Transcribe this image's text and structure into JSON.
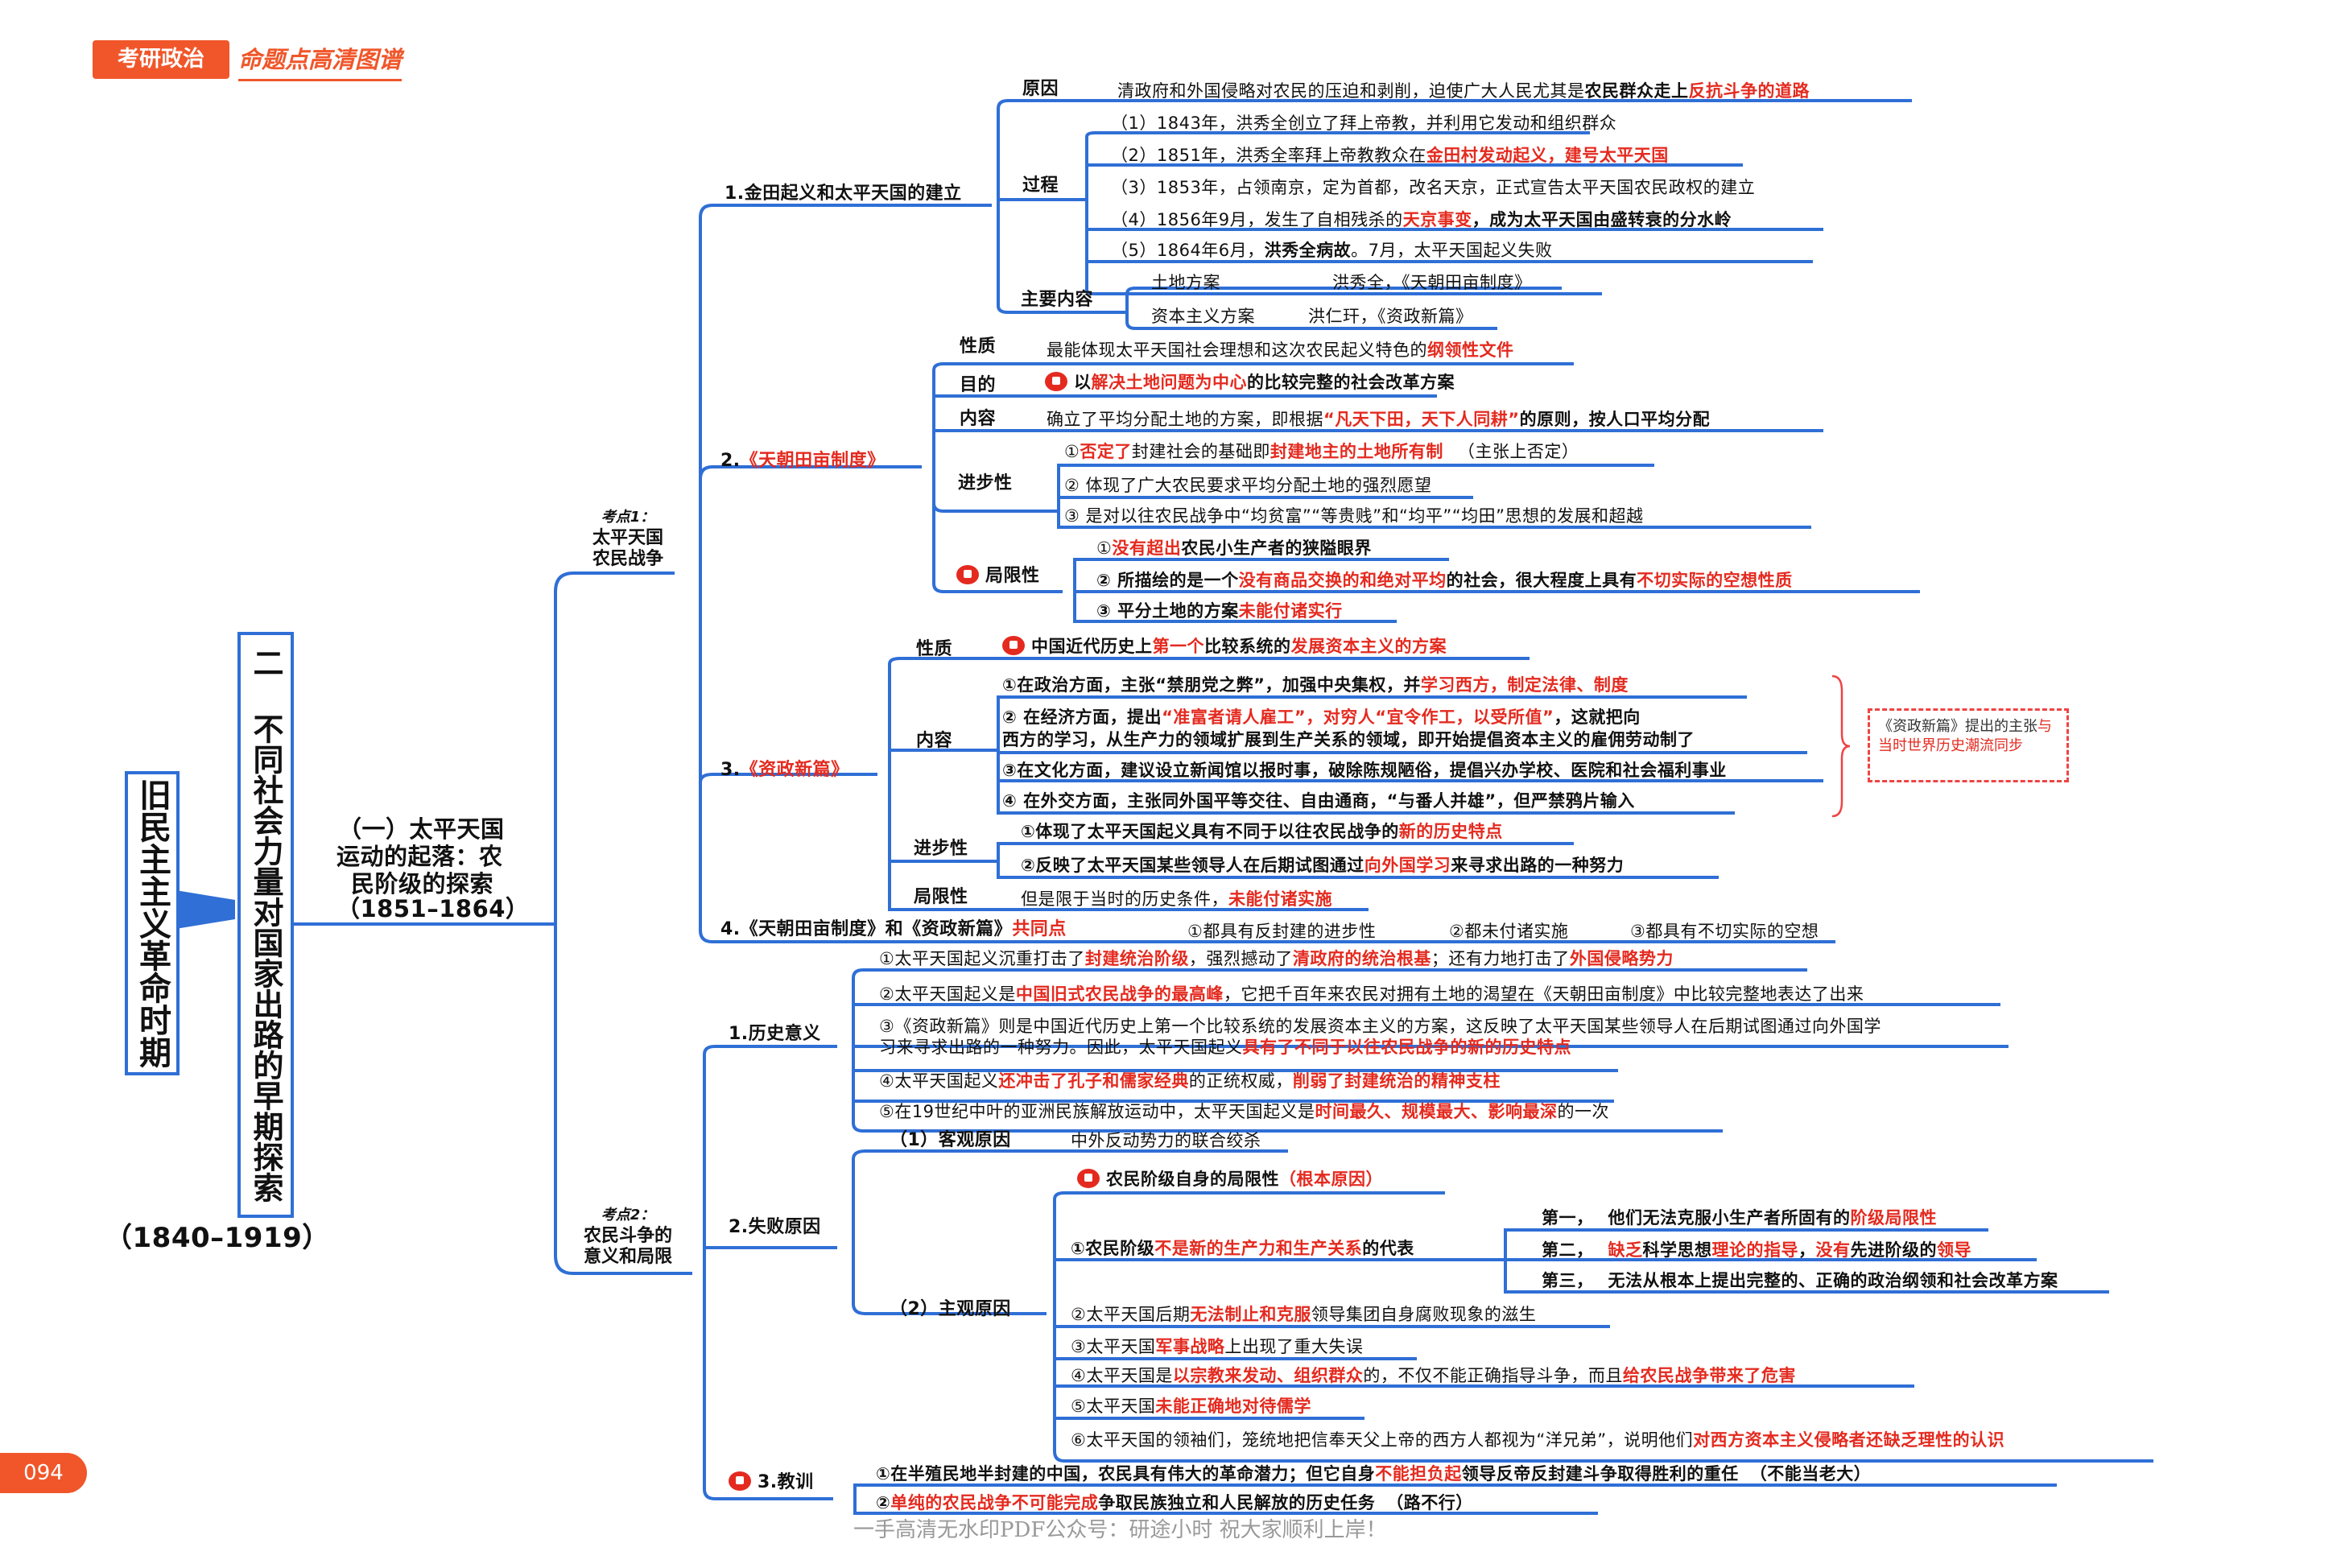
{
  "header": {
    "badge": "考研政治",
    "subtitle": "命题点高清图谱"
  },
  "page_number": "094",
  "watermark": "一手高清无水印PDF公众号：研途小时 祝大家顺利上岸！",
  "period": {
    "title": "旧民主主义革命时期",
    "years": "（1840–1919）"
  },
  "chapter": {
    "title": "二 不同社会力量对国家出路的早期探索"
  },
  "section": {
    "title_l1": "（一）太平天国",
    "title_l2": "运动的起落：农",
    "title_l3": "民阶级的探索",
    "title_l4": "（1851–1864）"
  },
  "kp1": {
    "tag": "考点1：",
    "title_l1": "太平天国",
    "title_l2": "农民战争"
  },
  "kp2": {
    "tag": "考点2：",
    "title_l1": "农民斗争的",
    "title_l2": "意义和局限"
  },
  "b1": {
    "label": "1.金田起义和太平天国的建立",
    "yuanyin": {
      "label": "原因",
      "t1": "清政府和外国侵略对农民的压迫和剥削，迫使广大人民尤其是",
      "t2": "农民群众走上",
      "t3": "反抗斗争的道路"
    },
    "guocheng": {
      "label": "过程",
      "i1": "（1）1843年，洪秀全创立了拜上帝教，并利用它发动和组织群众",
      "i2a": "（2）1851年，洪秀全率拜上帝教教众在",
      "i2b": "金田村发动起义，建号太平天国",
      "i3": "（3）1853年，占领南京，定为首都，改名天京，正式宣告太平天国农民政权的建立",
      "i4a": "（4）1856年9月，发生了自相残杀的",
      "i4b": "天京事变",
      "i4c": "，成为太平天国由盛转衰的分水岭",
      "i5a": "（5）1864年6月，",
      "i5b": "洪秀全病故",
      "i5c": "。7月，太平天国起义失败"
    },
    "neirong": {
      "label": "主要内容",
      "r1a": "土地方案",
      "r1b": "洪秀全，《天朝田亩制度》",
      "r2a": "资本主义方案",
      "r2b": "洪仁玕，《资政新篇》"
    }
  },
  "b2": {
    "label_a": "2.",
    "label_b": "《天朝田亩制度》",
    "xingzhi": {
      "label": "性质",
      "t1": "最能体现太平天国社会理想和这次农民起义特色的",
      "t2": "纲领性文件"
    },
    "mudi": {
      "label": "目的",
      "t1": "以",
      "t2": "解决土地问题为中心",
      "t3": "的比较完整的社会改革方案"
    },
    "neirong": {
      "label": "内容",
      "t1": "确立了平均分配土地的方案，即根据",
      "t2": "“凡天下田，天下人同耕”",
      "t3": "的原则，按人口平均分配"
    },
    "jinbu": {
      "label": "进步性",
      "i1a": "①",
      "i1b": "否定了",
      "i1c": "封建社会的基础即",
      "i1d": "封建地主的土地所有制",
      "i1e": "（主张上否定）",
      "i2": "② 体现了广大农民要求平均分配土地的强烈愿望",
      "i3": "③ 是对以往农民战争中“均贫富”“等贵贱”和“均平”“均田”思想的发展和超越"
    },
    "juxian": {
      "label": "局限性",
      "i1a": "①",
      "i1b": "没有超出",
      "i1c": "农民小生产者的狭隘眼界",
      "i2a": "② 所描绘的是一个",
      "i2b": "没有商品交换的和绝对平均",
      "i2c": "的社会，很大程度上具有",
      "i2d": "不切实际的空想性质",
      "i3a": "③ 平分土地的方案",
      "i3b": "未能付诸实行"
    }
  },
  "b3": {
    "label_a": "3.",
    "label_b": "《资政新篇》",
    "xingzhi": {
      "label": "性质",
      "t1": "中国近代历史上",
      "t2": "第一个",
      "t3": "比较系统的",
      "t4": "发展资本主义的方案"
    },
    "neirong": {
      "label": "内容",
      "i1a": "①在政治方面，主张“禁朋党之弊”，加强中央集权，并",
      "i1b": "学习西方，制定法律、制度",
      "i2a": "② 在经济方面，提出",
      "i2b": "“准富者请人雇工”，对穷人“宜令作工，以受所值”",
      "i2c": "，这就把向",
      "i2d": "西方的学习，从生产力的领域扩展到生产关系的领域，即开始提倡资本主义的雇佣劳动制了",
      "i3": "③在文化方面，建议设立新闻馆以报时事，破除陈规陋俗，提倡兴办学校、医院和社会福利事业",
      "i4": "④ 在外交方面，主张同外国平等交往、自由通商，“与番人并雄”，但严禁鸦片输入"
    },
    "note": {
      "t1": "《资政新篇》提出的主张",
      "t2": "与当时世界历史潮流同步"
    },
    "jinbu": {
      "label": "进步性",
      "i1a": "①体现了太平天国起义具有不同于以往农民战争的",
      "i1b": "新的历史特点",
      "i2a": "②反映了太平天国某些领导人在后期试图通过",
      "i2b": "向外国学习",
      "i2c": "来寻求出路的一种努力"
    },
    "juxian": {
      "label": "局限性",
      "t1": "但是限于当时的历史条件，",
      "t2": "未能付诸实施"
    }
  },
  "b4": {
    "label_a": "4.",
    "label_b": "《天朝田亩制度》和《资政新篇》",
    "label_c": "共同点",
    "i1": "①都具有反封建的进步性",
    "i2": "②都未付诸实施",
    "i3": "③都具有不切实际的空想"
  },
  "s1": {
    "label": "1.历史意义",
    "i1a": "①太平天国起义沉重打击了",
    "i1b": "封建统治阶级",
    "i1c": "，强烈撼动了",
    "i1d": "清政府的统治根基",
    "i1e": "；还有力地打击了",
    "i1f": "外国侵略势力",
    "i2a": "②太平天国起义是",
    "i2b": "中国旧式农民战争的最高峰",
    "i2c": "，它把千百年来农民对拥有土地的渴望在《天朝田亩制度》中比较完整地表达了出来",
    "i3a": "③《资政新篇》则是中国近代历史上第一个比较系统的发展资本主义的方案，这反映了太平天国某些领导人在后期试图通过向外国学",
    "i3b": "习来寻求出路的一种努力。因此，太平天国起义",
    "i3c": "具有了不同于以往农民战争的新的历史特点",
    "i4a": "④太平天国起义",
    "i4b": "还冲击了孔子和儒家经典",
    "i4c": "的正统权威，",
    "i4d": "削弱了封建统治的精神支柱",
    "i5a": "⑤在19世纪中叶的亚洲民族解放运动中，太平天国起义是",
    "i5b": "时间最久、规模最大、影响最深",
    "i5c": "的一次"
  },
  "s2": {
    "label": "2.失败原因",
    "keguan": {
      "label": "（1）客观原因",
      "t1": "中外反动势力的联合绞杀"
    },
    "zhuguan": {
      "label": "（2）主观原因",
      "root_a": "农民阶级自身的局限性",
      "root_b": "（根本原因）",
      "i1a": "①农民阶级",
      "i1b": "不是新的生产力和生产关系",
      "i1c": "的代表",
      "d1a": "第一，",
      "d1b": "他们无法克服小生产者所固有的",
      "d1c": "阶级局限性",
      "d2a": "第二，",
      "d2b": "缺乏",
      "d2c": "科学思想",
      "d2d": "理论的指导",
      "d2e": "，",
      "d2f": "没有",
      "d2g": "先进阶级的",
      "d2h": "领导",
      "d3a": "第三，",
      "d3b": "无法从根本上提出完整的、正确的政治纲领和社会改革方案",
      "i2a": "②太平天国后期",
      "i2b": "无法制止和克服",
      "i2c": "领导集团自身腐败现象的滋生",
      "i3a": "③太平天国",
      "i3b": "军事战略",
      "i3c": "上出现了重大失误",
      "i4a": "④太平天国是",
      "i4b": "以宗教来发动、组织群众",
      "i4c": "的，不仅不能正确指导斗争，而且",
      "i4d": "给农民战争带来了危害",
      "i5a": "⑤太平天国",
      "i5b": "未能正确地对待儒学",
      "i6a": "⑥太平天国的领袖们，笼统地把信奉天父上帝的西方人都视为“洋兄弟”，说明他们",
      "i6b": "对西方资本主义侵略者还缺乏理性的认识"
    }
  },
  "s3": {
    "label": "3.教训",
    "i1a": "①在半殖民地半封建的中国，农民具有伟大的革命潜力；但它自身",
    "i1b": "不能担负起",
    "i1c": "领导反帝反封建斗争取得胜利的重任",
    "i1d": "（不能当老大）",
    "i2a": "②",
    "i2b": "单纯的农民战争不可能完成",
    "i2c": "争取民族独立和人民解放的历史任务",
    "i2d": "（路不行）"
  },
  "colors": {
    "line": "#2f6fd6",
    "red": "#e42a1f",
    "orange": "#f0562a"
  }
}
